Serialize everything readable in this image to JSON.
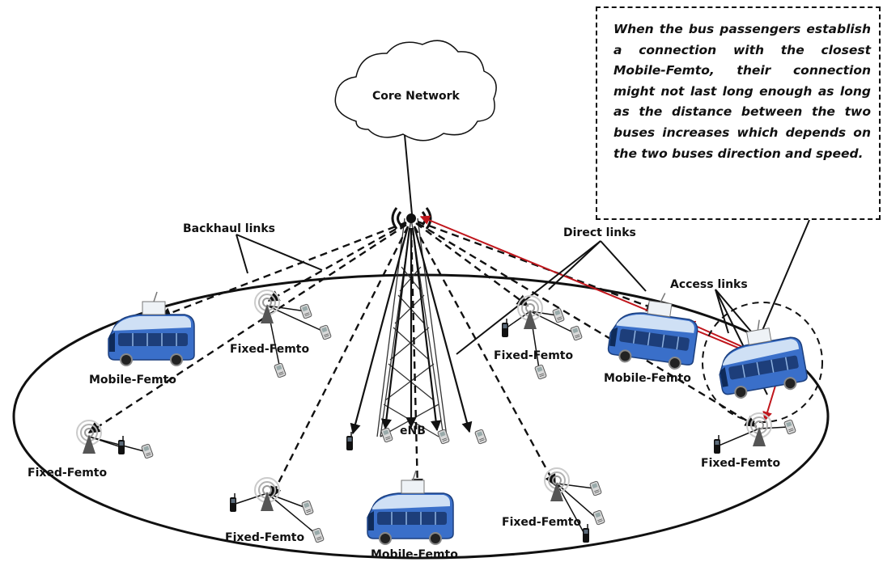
{
  "callout": {
    "text": "When the bus passengers establish a connection with the closest Mobile-Femto, their connection might not last long enough as long as the distance between the two buses increases which depends on the two buses direction and speed."
  },
  "labels": {
    "core_network": "Core Network",
    "enb": "eNB",
    "backhaul_links": "Backhaul links",
    "direct_links": "Direct links",
    "access_links": "Access links",
    "mobile_femto": "Mobile-Femto",
    "fixed_femto": "Fixed-Femto"
  },
  "colors": {
    "line": "#111111",
    "access_link_red": "#c0161c",
    "bus_body": "#3a6fc9",
    "bus_roof": "#cfe0f5",
    "window": "#1d3e7a"
  }
}
